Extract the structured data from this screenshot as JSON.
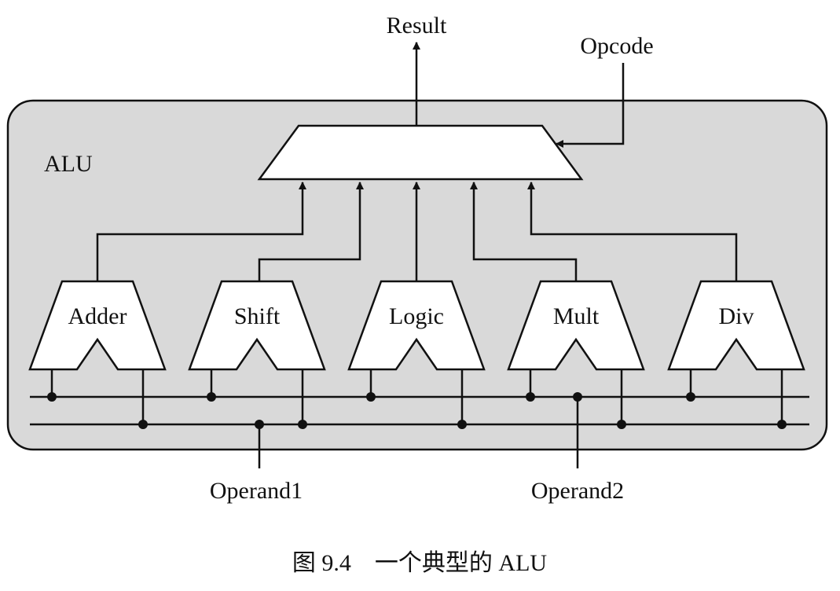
{
  "diagram": {
    "container_label": "ALU",
    "result_label": "Result",
    "opcode_label": "Opcode",
    "units": [
      "Adder",
      "Shift",
      "Logic",
      "Mult",
      "Div"
    ],
    "operand1_label": "Operand1",
    "operand2_label": "Operand2",
    "caption": "图 9.4　一个典型的 ALU",
    "colors": {
      "box_fill": "#d9d9d9",
      "line": "#111111",
      "block_fill": "#ffffff"
    }
  }
}
